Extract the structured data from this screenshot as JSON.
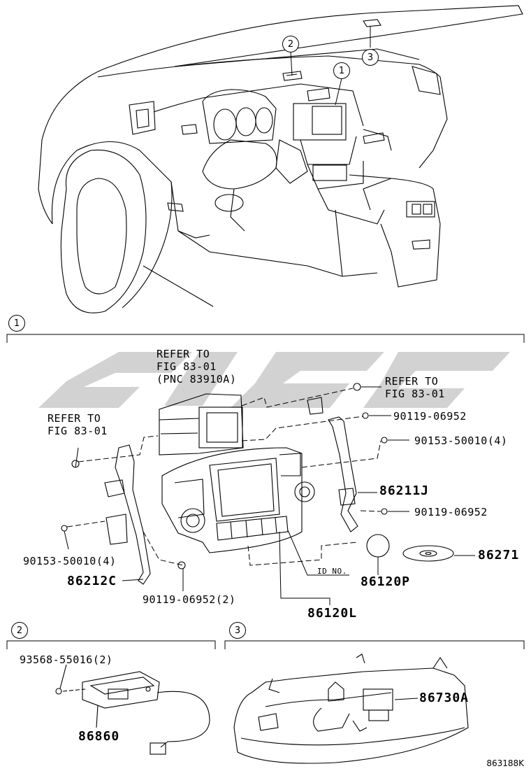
{
  "callouts": {
    "c1": "1",
    "c2": "2",
    "c3": "3"
  },
  "section1": {
    "refer_a_1": "REFER TO",
    "refer_a_2": "FIG 83-01",
    "refer_a_3": "(PNC 83910A)",
    "refer_b_1": "REFER TO",
    "refer_b_2": "FIG 83-01",
    "refer_c_1": "REFER TO",
    "refer_c_2": "FIG 83-01",
    "p90119_a": "90119-06952",
    "p90153_a": "90153-50010(4)",
    "p86211j": "86211J",
    "p90119_b": "90119-06952",
    "p90153_b": "90153-50010(4)",
    "p86271": "86271",
    "p86212c": "86212C",
    "id_no": "ID NO.",
    "p86120p": "86120P",
    "p90119_c": "90119-06952(2)",
    "p86120l": "86120L"
  },
  "section2": {
    "p93568": "93568-55016(2)",
    "p86860": "86860"
  },
  "section3": {
    "p86730a": "86730A"
  },
  "diagram_code": "863188K"
}
